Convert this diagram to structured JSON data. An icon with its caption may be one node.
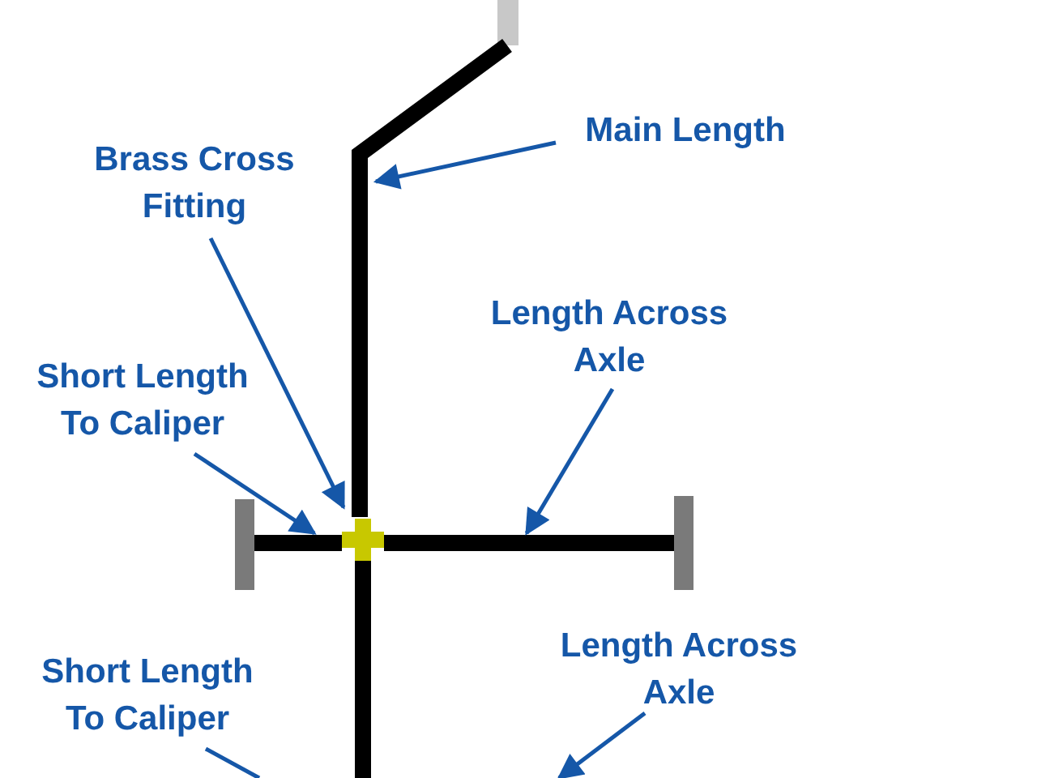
{
  "diagram": {
    "nodes": [
      {
        "text": [
          "Main Length"
        ]
      },
      {
        "text": [
          "Brass Cross Fitting"
        ]
      },
      {
        "text": [
          "Length Across Axle"
        ]
      },
      {
        "text": [
          "Short Length To Caliper"
        ]
      },
      {
        "text": [
          "Short Length To Caliper"
        ]
      },
      {
        "text": [
          "Length Across Axle"
        ]
      },
      {
        "text": [],
        "shape": "bar"
      },
      {
        "text": [],
        "shape": "cross"
      },
      {
        "text": [],
        "shape": "bar"
      },
      {
        "text": [],
        "shape": "bar"
      }
    ],
    "edges": [
      {
        "from": 0,
        "to": 6,
        "arrow": "to"
      },
      {
        "from": 1,
        "to": 7,
        "arrow": "to"
      },
      {
        "from": 2,
        "to": 9,
        "arrow": "to"
      },
      {
        "from": 3,
        "to": 8,
        "arrow": "to"
      },
      {
        "from": 4,
        "to": null,
        "arrow": "none"
      },
      {
        "from": 5,
        "to": null,
        "arrow": "to"
      }
    ]
  }
}
